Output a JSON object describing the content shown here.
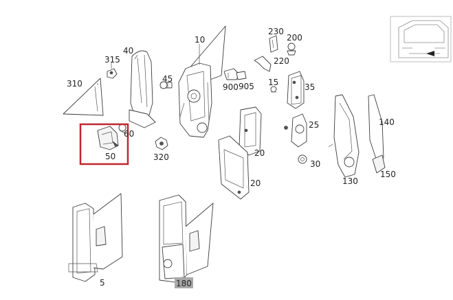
{
  "labels": {
    "p230": "230",
    "p200": "200",
    "p10": "10",
    "p315": "315",
    "p40": "40",
    "p220": "220",
    "p45": "45",
    "p310": "310",
    "p900": "900",
    "p905": "905",
    "p15": "15",
    "p35": "35",
    "p140": "140",
    "p60": "60",
    "p25": "25",
    "p20a": "20",
    "p50": "50",
    "p320": "320",
    "p30": "30",
    "p20b": "20",
    "p130": "130",
    "p150": "150",
    "p5": "5",
    "p180": "180"
  },
  "colors": {
    "highlight": "#c0262d",
    "selected_label_bg": "#a9a9a9"
  },
  "highlighted_part": "50",
  "selected_label": "180"
}
